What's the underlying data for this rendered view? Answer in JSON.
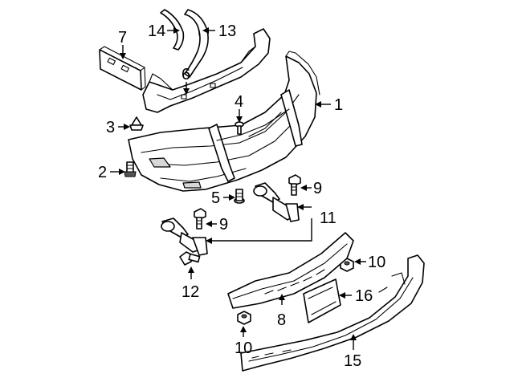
{
  "callouts": {
    "c1": "1",
    "c2": "2",
    "c3": "3",
    "c4": "4",
    "c5": "5",
    "c6": "6",
    "c7": "7",
    "c8": "8",
    "c9a": "9",
    "c9b": "9",
    "c10a": "10",
    "c10b": "10",
    "c11": "11",
    "c12": "12",
    "c13": "13",
    "c14": "14",
    "c15": "15",
    "c16": "16"
  }
}
